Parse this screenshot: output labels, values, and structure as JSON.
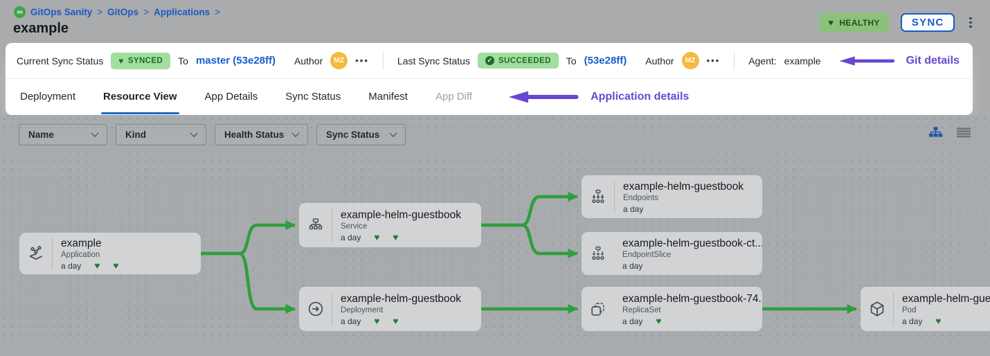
{
  "breadcrumb": {
    "logo_icon": "∞",
    "separator": ">",
    "items": [
      {
        "label": "GitOps Sanity"
      },
      {
        "label": "GitOps"
      },
      {
        "label": "Applications"
      }
    ]
  },
  "header": {
    "title": "example",
    "health_badge": "HEALTHY",
    "sync_button": "SYNC"
  },
  "sync_bar": {
    "current": {
      "label": "Current Sync Status",
      "badge": "SYNCED",
      "to_label": "To",
      "target": "master (53e28ff)",
      "author_label": "Author",
      "author_initials": "MZ",
      "more": "•••"
    },
    "last": {
      "label": "Last Sync Status",
      "badge": "SUCCEEDED",
      "to_label": "To",
      "target": "(53e28ff)",
      "author_label": "Author",
      "author_initials": "MZ",
      "more": "•••"
    },
    "agent": {
      "label": "Agent:",
      "value": "example"
    },
    "annotation": "Git details"
  },
  "tabs": {
    "items": [
      {
        "label": "Deployment",
        "state": "normal"
      },
      {
        "label": "Resource View",
        "state": "active"
      },
      {
        "label": "App Details",
        "state": "normal"
      },
      {
        "label": "Sync Status",
        "state": "normal"
      },
      {
        "label": "Manifest",
        "state": "normal"
      },
      {
        "label": "App Diff",
        "state": "disabled"
      }
    ],
    "annotation": "Application details"
  },
  "filters": {
    "dropdowns": [
      {
        "label": "Name"
      },
      {
        "label": "Kind"
      },
      {
        "label": "Health Status"
      },
      {
        "label": "Sync Status"
      }
    ]
  },
  "view_toggles": {
    "active": "tree-view",
    "options": [
      "tree-view",
      "list-view"
    ]
  },
  "graph": {
    "nodes": [
      {
        "title": "example",
        "kind": "Application",
        "age": "a day",
        "hearts": 2,
        "icon": "application-icon"
      },
      {
        "title": "example-helm-guestbook",
        "kind": "Service",
        "age": "a day",
        "hearts": 2,
        "icon": "service-icon"
      },
      {
        "title": "example-helm-guestbook",
        "kind": "Endpoints",
        "age": "a day",
        "hearts": 0,
        "icon": "endpoints-icon"
      },
      {
        "title": "example-helm-guestbook-ct...",
        "kind": "EndpointSlice",
        "age": "a day",
        "hearts": 0,
        "icon": "endpointslice-icon"
      },
      {
        "title": "example-helm-guestbook",
        "kind": "Deployment",
        "age": "a day",
        "hearts": 2,
        "icon": "deployment-icon"
      },
      {
        "title": "example-helm-guestbook-74...",
        "kind": "ReplicaSet",
        "age": "a day",
        "hearts": 1,
        "icon": "replicaset-icon"
      },
      {
        "title": "example-helm-guest",
        "kind": "Pod",
        "age": "a day",
        "hearts": 1,
        "icon": "pod-icon"
      }
    ],
    "edges": [
      {
        "from": "example",
        "to": "service"
      },
      {
        "from": "example",
        "to": "deployment"
      },
      {
        "from": "service",
        "to": "endpoints"
      },
      {
        "from": "service",
        "to": "endpointslice"
      },
      {
        "from": "deployment",
        "to": "replicaset"
      },
      {
        "from": "replicaset",
        "to": "pod"
      }
    ]
  },
  "colors": {
    "edge_green": "#2f9e3d",
    "heart_green": "#1e7c31",
    "badge_green_bg": "#a2de9e",
    "badge_green_text": "#1d6b2f",
    "healthy_badge_bg": "#8cc17d",
    "link_blue": "#1b5ec9",
    "accent_blue": "#1a6cc5",
    "annotation_purple": "#6847d1",
    "avatar_amber": "#f6b83d",
    "canvas_gray": "#a8abad",
    "node_gray": "#d2d3d5"
  }
}
